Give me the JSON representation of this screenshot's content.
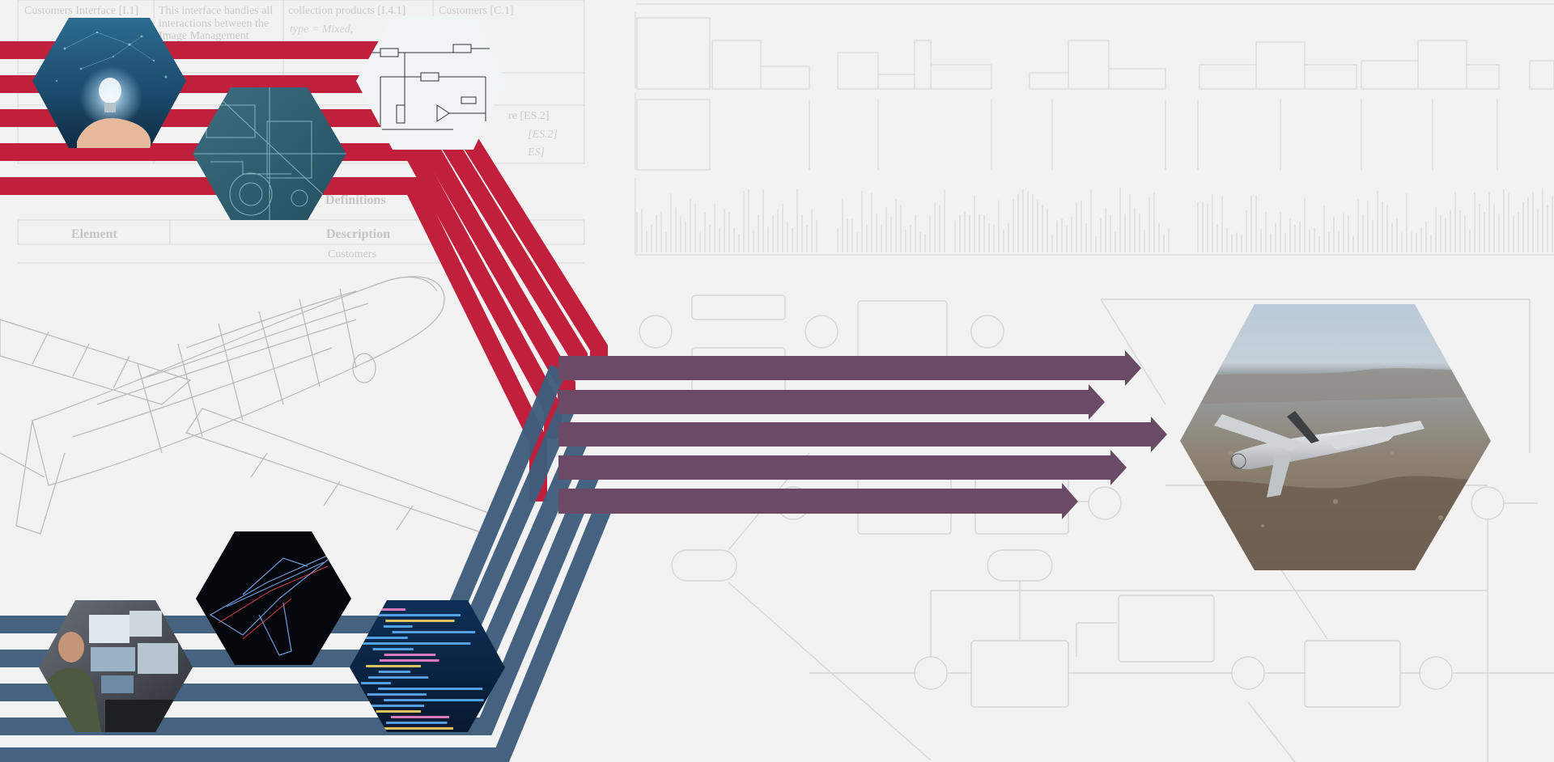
{
  "background_table": {
    "cells": [
      "Customers Interface [I.1]",
      "This interface handles all",
      "interactions between the",
      "Image Management",
      "collection products [I.4.1]",
      "type = Mixed,",
      "Customers [C.1]",
      "re [ES.2]",
      "[ES.2]",
      "ES]"
    ],
    "caption": "Definitions",
    "headers": [
      "Element",
      "Description"
    ],
    "first_row": "Customers"
  },
  "colors": {
    "red_stream": "#c0203b",
    "blue_stream": "#3f5d7d",
    "purple_output": "#6a4a66",
    "background": "#f3f2f2",
    "ghost_lines": "#d6d6d6"
  },
  "images": {
    "lightbulb": "lightbulb-in-hand-photo",
    "blueprint": "engineering-blueprint-photo",
    "circuit": "circuit-schematic-photo",
    "operator": "drone-operator-workstation-photo",
    "wireframe_jet": "holographic-wireframe-jet-photo",
    "code": "source-code-screen-photo",
    "drone": "reaper-drone-over-terrain-photo"
  }
}
